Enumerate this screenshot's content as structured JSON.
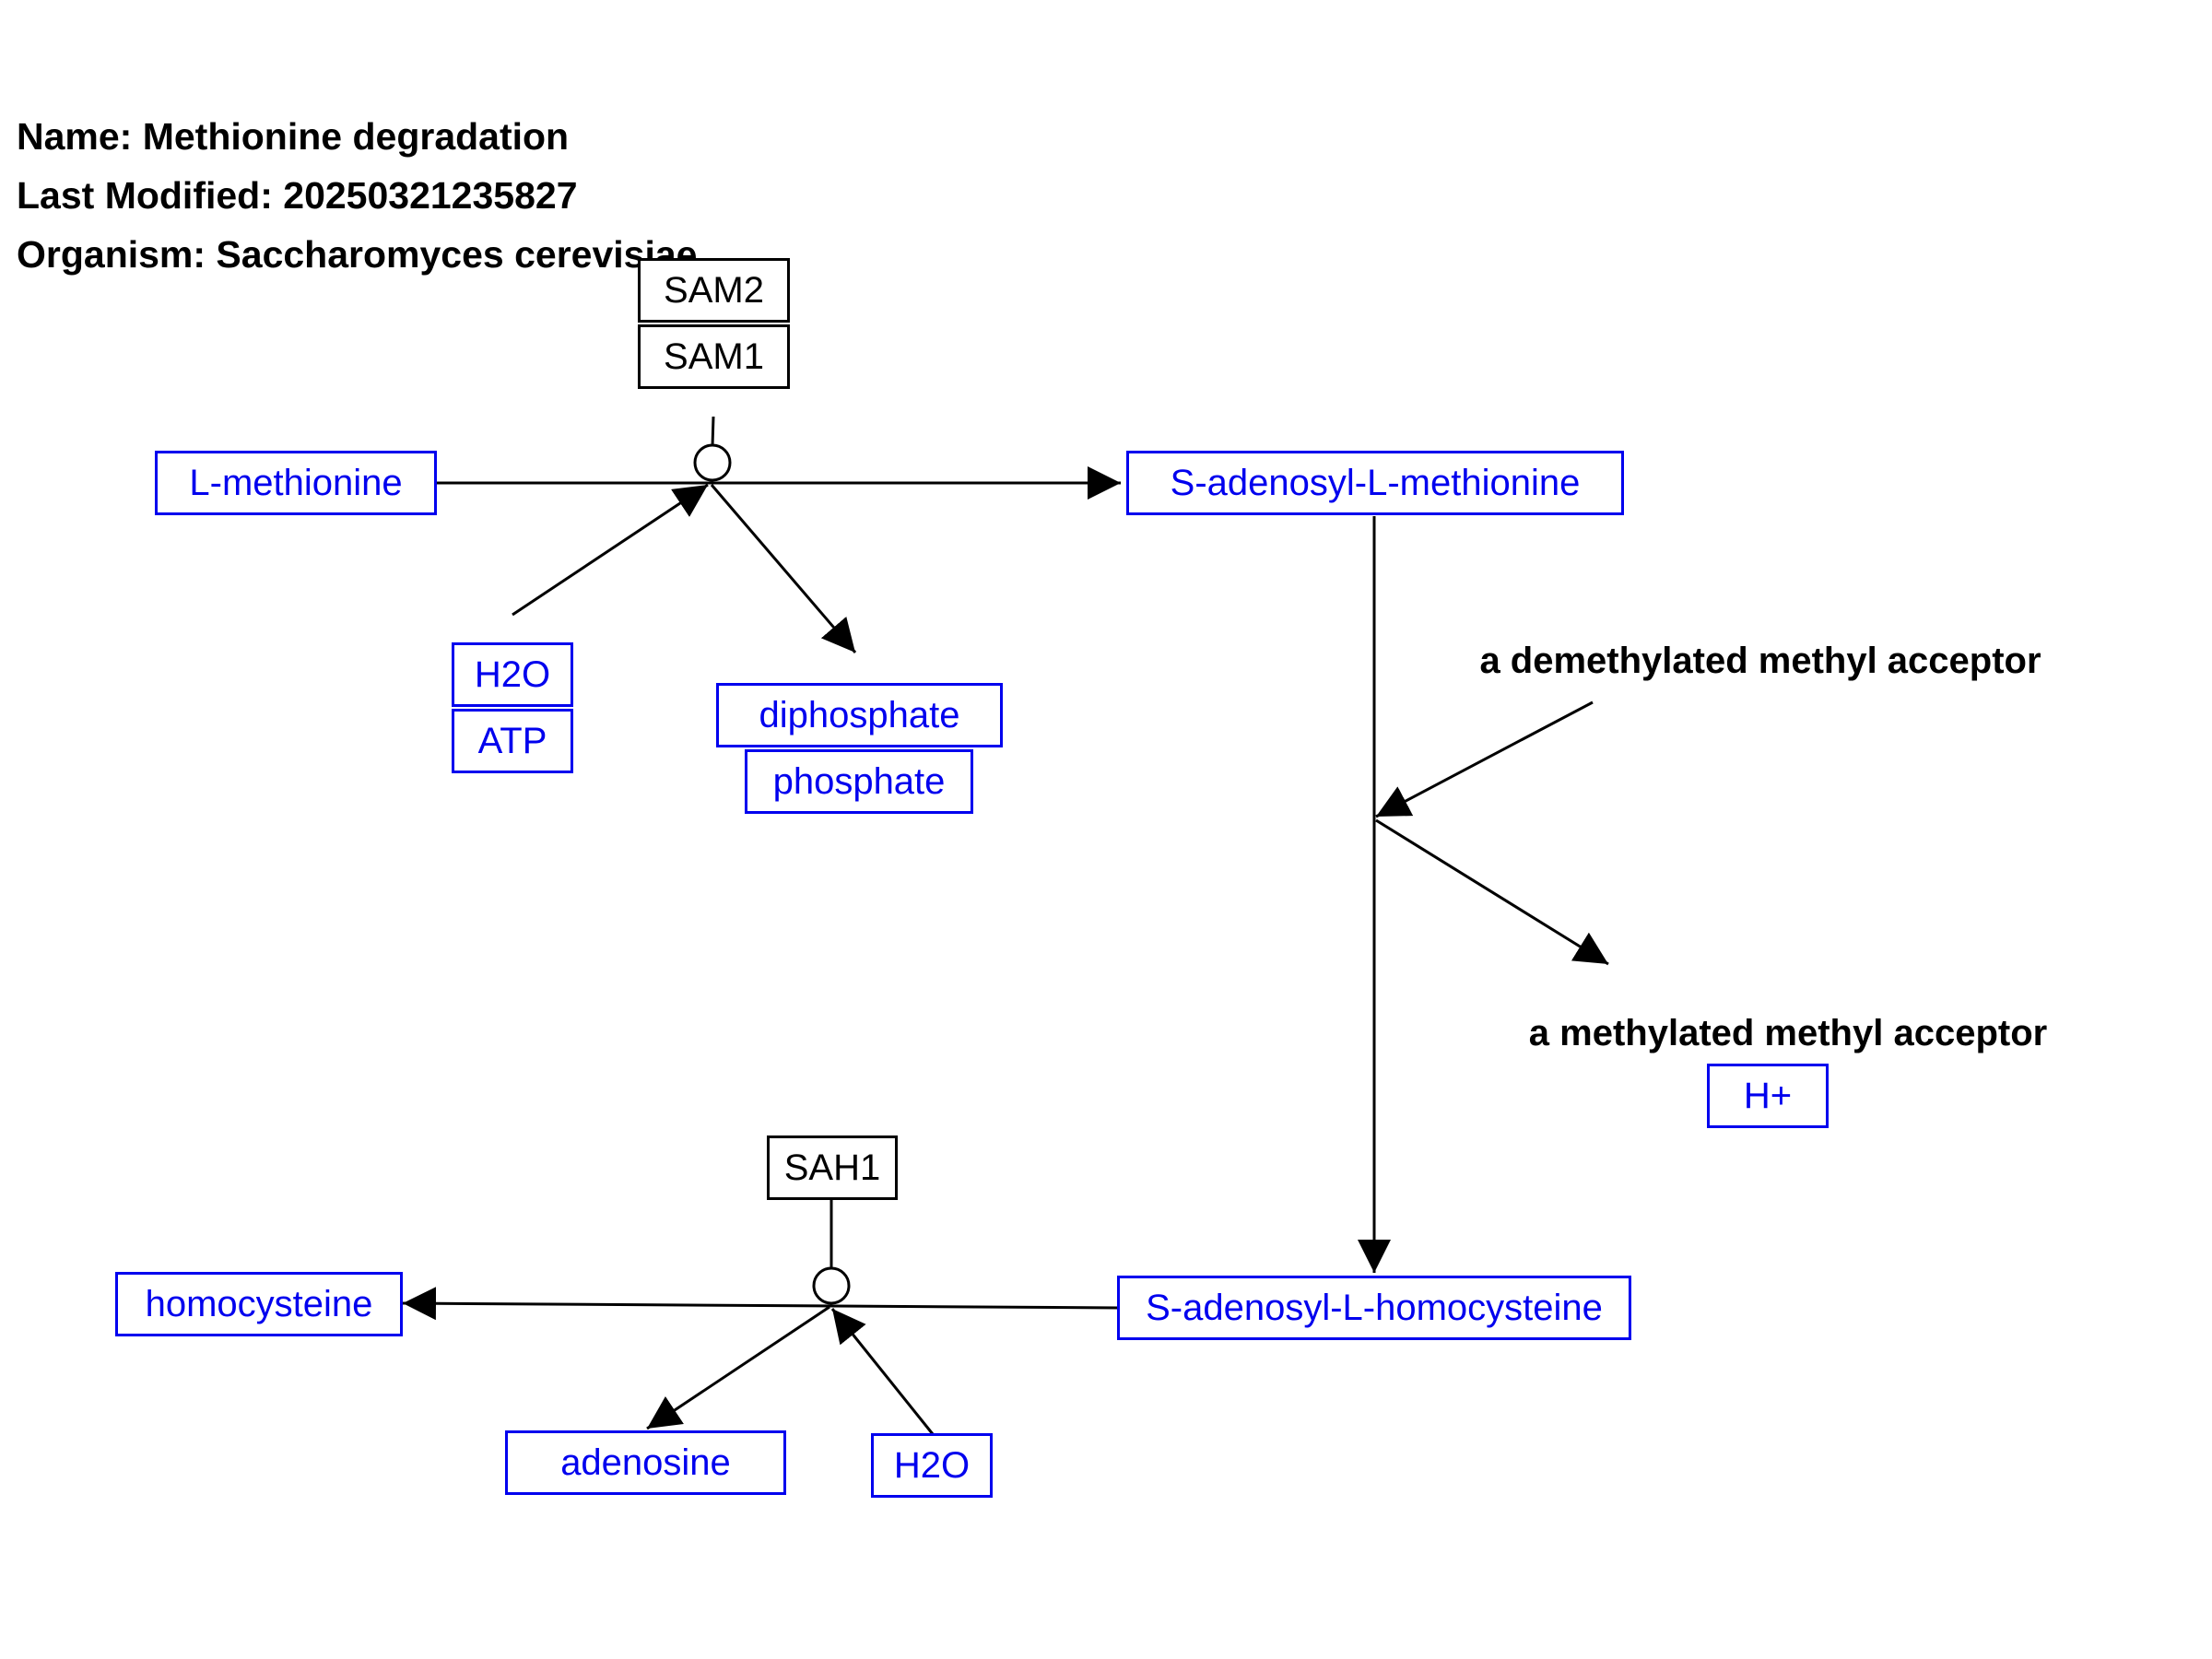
{
  "pathway": {
    "name": "Name: Methionine degradation",
    "last_modified": "Last Modified: 20250321235827",
    "organism": "Organism: Saccharomyces cerevisiae"
  },
  "genes": {
    "sam2": "SAM2",
    "sam1": "SAM1",
    "sah1": "SAH1"
  },
  "metabolites": {
    "l_methionine": "L-methionine",
    "s_adenosyl_l_methionine": "S-adenosyl-L-methionine",
    "h2o_1": "H2O",
    "atp": "ATP",
    "diphosphate": "diphosphate",
    "phosphate": "phosphate",
    "h_plus": "H+",
    "s_adenosyl_l_homocysteine": "S-adenosyl-L-homocysteine",
    "homocysteine": "homocysteine",
    "adenosine": "adenosine",
    "h2o_2": "H2O"
  },
  "labels": {
    "demethylated_acceptor": "a demethylated methyl acceptor",
    "methylated_acceptor": "a methylated methyl acceptor"
  },
  "colors": {
    "metabolite": "#0000ee",
    "gene": "#000000",
    "edge": "#000000"
  }
}
